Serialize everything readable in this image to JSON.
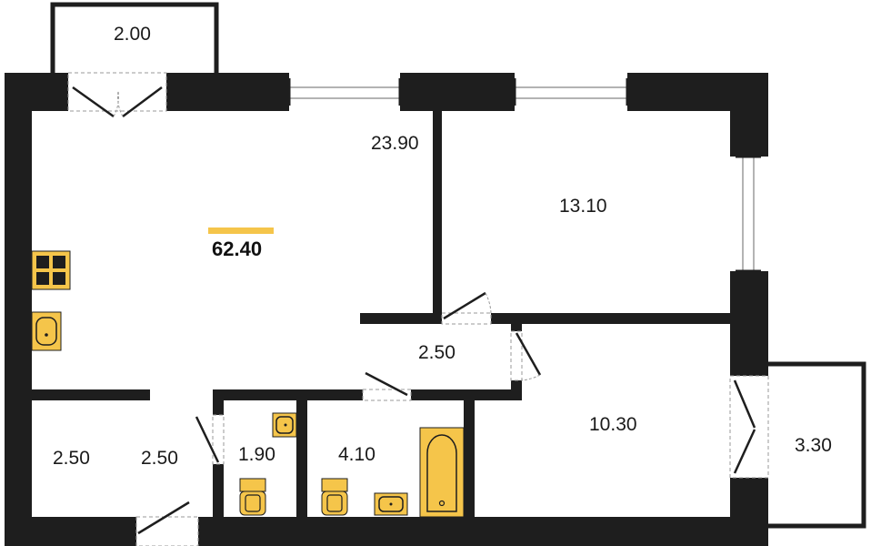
{
  "plan": {
    "total_area": "62.40",
    "rooms": {
      "loggia_top": "2.00",
      "living_kitchen": "23.90",
      "bedroom": "13.10",
      "hall_inner": "2.50",
      "bedroom_2": "10.30",
      "loggia_right": "3.30",
      "storage": "2.50",
      "entrance_hall": "2.50",
      "toilet": "1.90",
      "bathroom": "4.10"
    }
  },
  "colors": {
    "wall": "#1e1e1e",
    "fixture": "#f5c54a",
    "accent_bar": "#f5c54a",
    "window_line": "#9a9a9a"
  }
}
